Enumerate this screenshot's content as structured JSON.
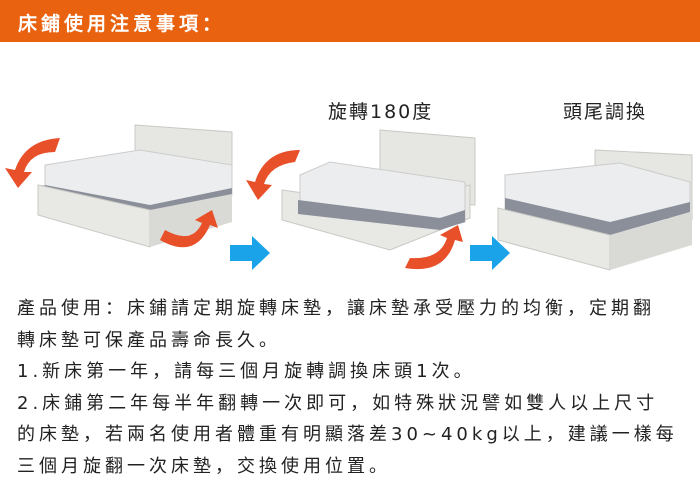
{
  "header": {
    "title": "床鋪使用注意事項："
  },
  "illustration": {
    "step2_caption": "旋轉180度",
    "step3_caption": "頭尾調換",
    "colors": {
      "rotate_arrow": "#e8502a",
      "next_arrow": "#1aa3e8",
      "header_bg": "#e8620f"
    }
  },
  "instructions": {
    "lines": [
      "產品使用：床鋪請定期旋轉床墊，讓床墊承受壓力的均衡，定期翻",
      "轉床墊可保產品壽命長久。",
      "1.新床第一年，請每三個月旋轉調換床頭1次。",
      "2.床鋪第二年每半年翻轉一次即可，如特殊狀況譬如雙人以上尺寸",
      "的床墊，若兩名使用者體重有明顯落差30~40kg以上，建議一樣每",
      "三個月旋翻一次床墊，交換使用位置。"
    ]
  }
}
